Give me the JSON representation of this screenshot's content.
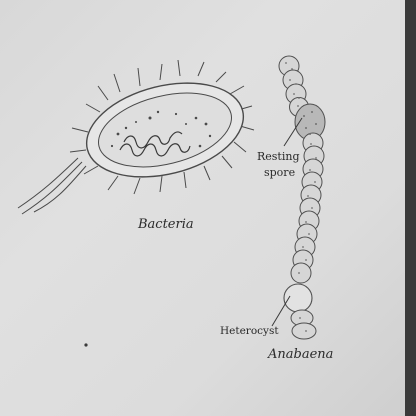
{
  "labels": {
    "bacteria": "Bacteria",
    "resting_spore_line1": "Resting",
    "resting_spore_line2": "spore",
    "heterocyst": "Heterocyst",
    "anabaena": "Anabaena"
  },
  "colors": {
    "paper": "#dcdcdc",
    "ink": "#3a3a3a",
    "edge": "#2b2b2b"
  }
}
